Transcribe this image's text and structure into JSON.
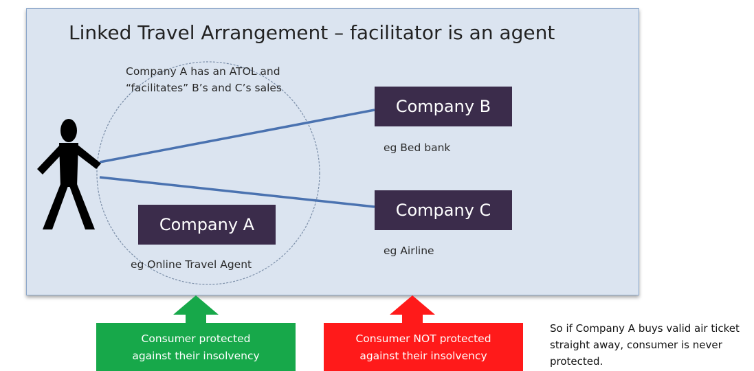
{
  "diagram": {
    "title": "Linked Travel Arrangement – facilitator is an agent",
    "note": "Company A has an ATOL and “facilitates” B’s and C’s sales",
    "companies": {
      "a": {
        "label": "Company A",
        "example": "eg Online Travel Agent"
      },
      "b": {
        "label": "Company B",
        "example": "eg Bed bank"
      },
      "c": {
        "label": "Company C",
        "example": "eg Airline"
      }
    },
    "callouts": {
      "protected": {
        "line1": "Consumer protected",
        "line2": "against their insolvency"
      },
      "not_protected": {
        "line1": "Consumer NOT protected",
        "line2": "against their insolvency"
      }
    },
    "footnote": "So if Company A buys valid air ticket straight away, consumer is never protected.",
    "colors": {
      "panel": "#dbe4f0",
      "company_box": "#3b2c4b",
      "protected": "#17a84a",
      "not_protected": "#ff1a1a",
      "connector": "#4a72b0"
    },
    "icons": {
      "consumer": "stick-figure-icon"
    }
  }
}
